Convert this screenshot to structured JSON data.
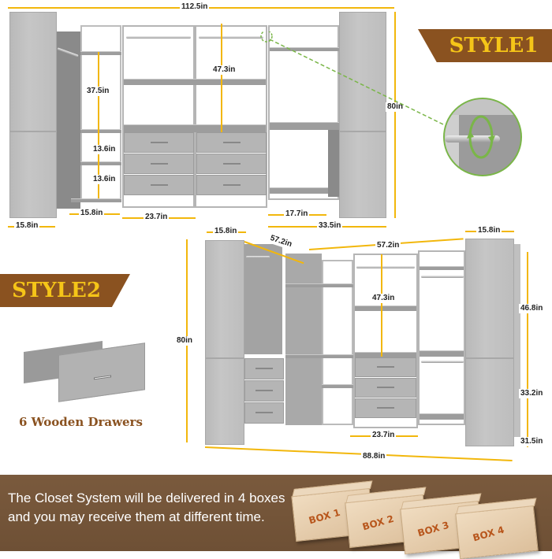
{
  "style1": {
    "banner": "STYLE1",
    "dimensions": {
      "total_width": "112.5in",
      "height": "80in",
      "left_tower_width": "15.8in",
      "corner_width": "15.8in",
      "drawer_unit_width": "23.7in",
      "hanging_section_height": "37.5in",
      "shelf_height_1": "13.6in",
      "shelf_height_2": "13.6in",
      "center_section_height": "47.3in",
      "right_section_width": "33.5in",
      "right_inner_width": "17.7in"
    },
    "detail_callout": "rotating-hanging-rod"
  },
  "style2": {
    "banner": "STYLE2",
    "drawer_caption": "6 Wooden Drawers",
    "dimensions": {
      "height": "80in",
      "left_tower_width": "15.8in",
      "left_diagonal": "57.2in",
      "center_width": "57.2in",
      "right_tower_width": "15.8in",
      "center_section_height": "47.3in",
      "drawer_unit_width": "23.7in",
      "right_upper_height": "46.8in",
      "right_lower_height": "33.2in",
      "depth": "31.5in",
      "total_width": "88.8in"
    }
  },
  "delivery": {
    "text": "The Closet System will be delivered in 4 boxes and you may receive them at different time.",
    "boxes": [
      "BOX 1",
      "BOX 2",
      "BOX 3",
      "BOX 4"
    ]
  },
  "colors": {
    "banner_bg": "#8a5220",
    "banner_text": "#f5c518",
    "dimension_line": "#f2b70c",
    "footer_bg": "#74553a",
    "callout_green": "#7ab648"
  }
}
